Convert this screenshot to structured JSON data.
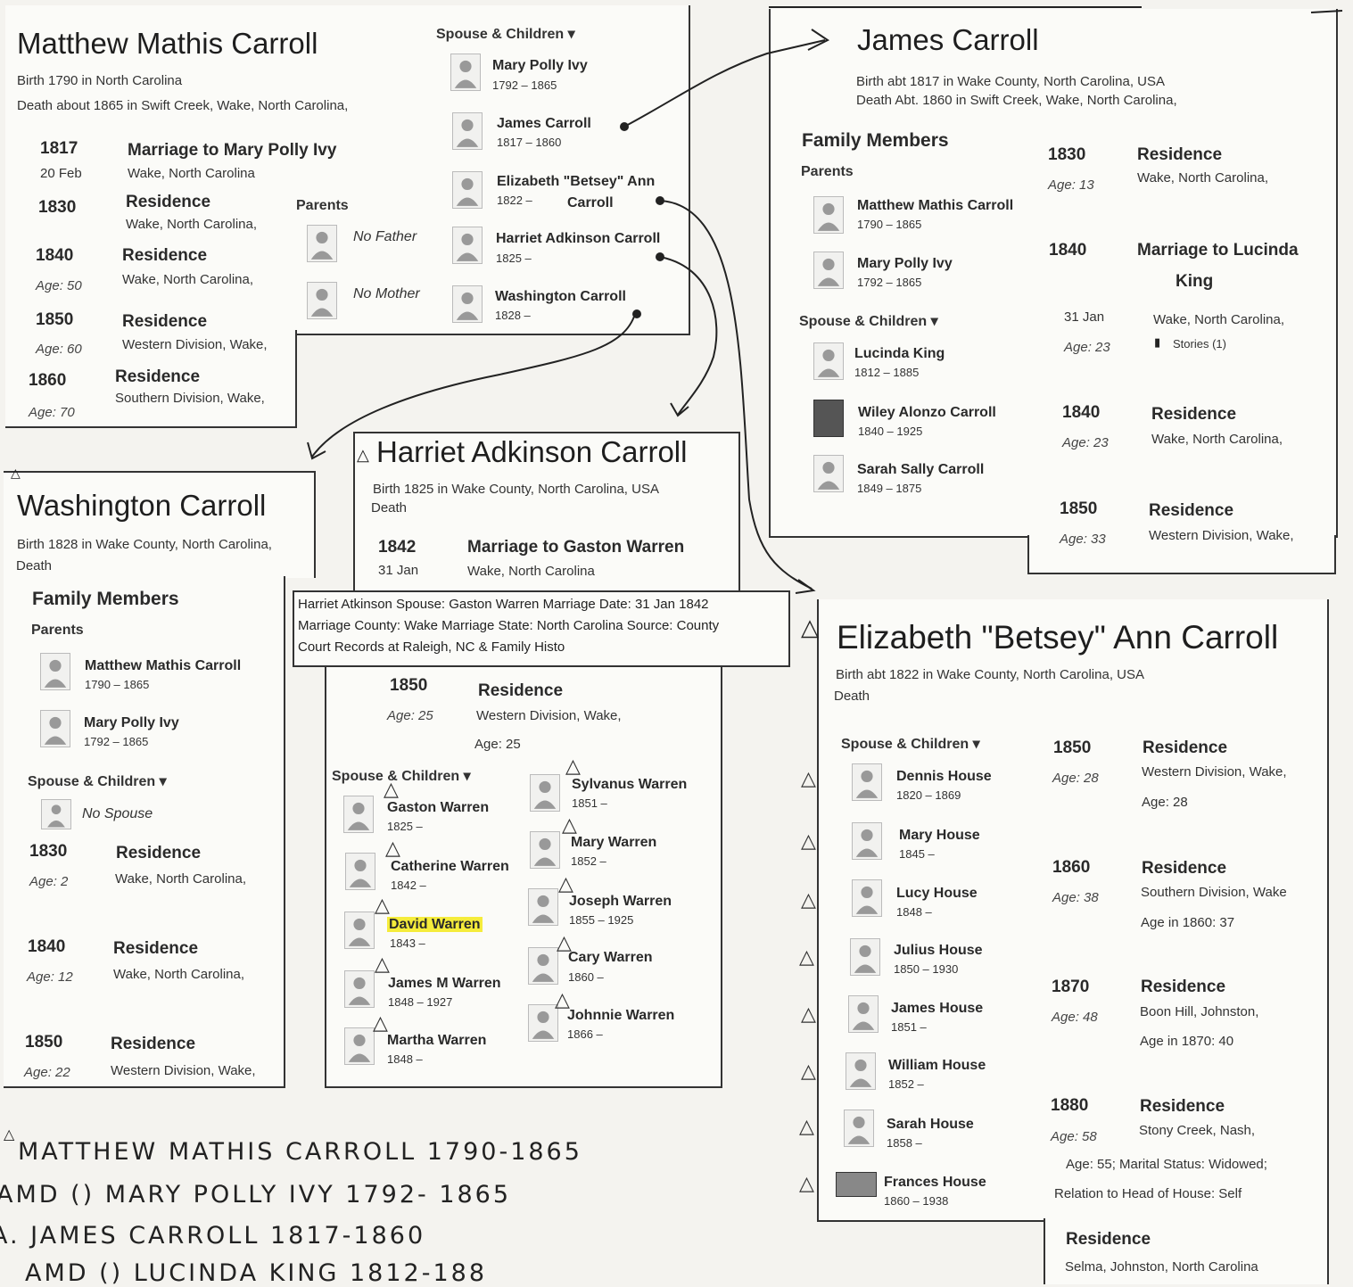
{
  "matthew": {
    "name": "Matthew Mathis Carroll",
    "birth": "Birth 1790 in North Carolina",
    "death": "Death about 1865 in Swift Creek, Wake, North Carolina,",
    "events": [
      {
        "year": "1817",
        "sub": "20 Feb",
        "title": "Marriage to Mary Polly Ivy",
        "place": "Wake, North Carolina"
      },
      {
        "year": "1830",
        "sub": "",
        "title": "Residence",
        "place": "Wake, North Carolina,"
      },
      {
        "year": "1840",
        "sub": "Age: 50",
        "title": "Residence",
        "place": "Wake, North Carolina,"
      },
      {
        "year": "1850",
        "sub": "Age: 60",
        "title": "Residence",
        "place": "Western Division, Wake,"
      },
      {
        "year": "1860",
        "sub": "Age: 70",
        "title": "Residence",
        "place": "Southern Division, Wake,"
      }
    ],
    "parents_label": "Parents",
    "no_father": "No Father",
    "no_mother": "No Mother",
    "spouse_label": "Spouse & Children ▾",
    "family": [
      {
        "name": "Mary Polly Ivy",
        "dates": "1792 – 1865"
      },
      {
        "name": "James Carroll",
        "dates": "1817 – 1860"
      },
      {
        "name": "Elizabeth \"Betsey\" Ann",
        "name2": "Carroll",
        "dates": "1822 –"
      },
      {
        "name": "Harriet Adkinson Carroll",
        "dates": "1825 –"
      },
      {
        "name": "Washington Carroll",
        "dates": "1828 –"
      }
    ]
  },
  "james": {
    "name": "James Carroll",
    "birth": "Birth abt 1817 in Wake County, North Carolina, USA",
    "death": "Death Abt. 1860 in Swift Creek, Wake, North Carolina,",
    "family_title": "Family Members",
    "parents_label": "Parents",
    "parents": [
      {
        "name": "Matthew Mathis Carroll",
        "dates": "1790 – 1865"
      },
      {
        "name": "Mary Polly Ivy",
        "dates": "1792 – 1865"
      }
    ],
    "spouse_label": "Spouse & Children ▾",
    "family": [
      {
        "name": "Lucinda King",
        "dates": "1812 – 1885"
      },
      {
        "name": "Wiley Alonzo Carroll",
        "dates": "1840 – 1925"
      },
      {
        "name": "Sarah Sally Carroll",
        "dates": "1849 – 1875"
      }
    ],
    "events": [
      {
        "year": "1830",
        "sub": "Age: 13",
        "title": "Residence",
        "place": "Wake, North Carolina,"
      },
      {
        "year": "1840",
        "sub": "",
        "title": "Marriage to Lucinda",
        "title2": "King",
        "date": "31 Jan",
        "age": "Age: 23",
        "place": "Wake, North Carolina,",
        "stories": "Stories (1)"
      },
      {
        "year": "1840",
        "sub": "Age: 23",
        "title": "Residence",
        "place": "Wake, North Carolina,"
      },
      {
        "year": "1850",
        "sub": "Age: 33",
        "title": "Residence",
        "place": "Western Division, Wake,"
      }
    ]
  },
  "washington": {
    "name": "Washington Carroll",
    "birth": "Birth 1828 in Wake County, North Carolina,",
    "death": "Death",
    "family_title": "Family Members",
    "parents_label": "Parents",
    "parents": [
      {
        "name": "Matthew Mathis Carroll",
        "dates": "1790 – 1865"
      },
      {
        "name": "Mary Polly Ivy",
        "dates": "1792 – 1865"
      }
    ],
    "spouse_label": "Spouse & Children ▾",
    "no_spouse": "No Spouse",
    "events": [
      {
        "year": "1830",
        "sub": "Age: 2",
        "title": "Residence",
        "place": "Wake, North Carolina,"
      },
      {
        "year": "1840",
        "sub": "Age: 12",
        "title": "Residence",
        "place": "Wake, North Carolina,"
      },
      {
        "year": "1850",
        "sub": "Age: 22",
        "title": "Residence",
        "place": "Western Division, Wake,"
      }
    ]
  },
  "harriet": {
    "name": "Harriet Adkinson Carroll",
    "birth": "Birth 1825 in Wake County, North Carolina, USA",
    "death": "Death",
    "marriage": {
      "year": "1842",
      "date": "31 Jan",
      "title": "Marriage to Gaston Warren",
      "place": "Wake, North Carolina"
    },
    "note": [
      "Harriet Atkinson Spouse: Gaston Warren Marriage Date: 31 Jan 1842",
      "Marriage County: Wake Marriage State: North Carolina Source: County",
      "Court Records at Raleigh, NC & Family Histo"
    ],
    "residence": {
      "year": "1850",
      "sub": "Age: 25",
      "title": "Residence",
      "place": "Western Division, Wake,",
      "extra": "Age: 25"
    },
    "spouse_label": "Spouse & Children ▾",
    "left": [
      {
        "name": "Gaston Warren",
        "dates": "1825 –"
      },
      {
        "name": "Catherine Warren",
        "dates": "1842 –"
      },
      {
        "name": "David Warren",
        "dates": "1843 –"
      },
      {
        "name": "James M Warren",
        "dates": "1848 – 1927"
      },
      {
        "name": "Martha Warren",
        "dates": "1848 –"
      }
    ],
    "right": [
      {
        "name": "Sylvanus Warren",
        "dates": "1851 –"
      },
      {
        "name": "Mary Warren",
        "dates": "1852 –"
      },
      {
        "name": "Joseph Warren",
        "dates": "1855 – 1925"
      },
      {
        "name": "Cary Warren",
        "dates": "1860 –"
      },
      {
        "name": "Johnnie Warren",
        "dates": "1866 –"
      }
    ]
  },
  "elizabeth": {
    "name": "Elizabeth \"Betsey\" Ann Carroll",
    "birth": "Birth abt 1822 in Wake County, North Carolina, USA",
    "death": "Death",
    "spouse_label": "Spouse & Children ▾",
    "family": [
      {
        "name": "Dennis House",
        "dates": "1820 – 1869"
      },
      {
        "name": "Mary House",
        "dates": "1845 –"
      },
      {
        "name": "Lucy House",
        "dates": "1848 –"
      },
      {
        "name": "Julius House",
        "dates": "1850 – 1930"
      },
      {
        "name": "James House",
        "dates": "1851 –"
      },
      {
        "name": "William House",
        "dates": "1852 –"
      },
      {
        "name": "Sarah House",
        "dates": "1858 –"
      },
      {
        "name": "Frances House",
        "dates": "1860 – 1938"
      }
    ],
    "events": [
      {
        "year": "1850",
        "sub": "Age: 28",
        "title": "Residence",
        "place": "Western Division, Wake,",
        "extra": "Age: 28"
      },
      {
        "year": "1860",
        "sub": "Age: 38",
        "title": "Residence",
        "place": "Southern Division, Wake",
        "extra": "Age in 1860: 37"
      },
      {
        "year": "1870",
        "sub": "Age: 48",
        "title": "Residence",
        "place": "Boon Hill, Johnston,",
        "extra": "Age in 1870: 40"
      },
      {
        "year": "1880",
        "sub": "Age: 58",
        "title": "Residence",
        "place": "Stony Creek, Nash,",
        "extra": "Age: 55; Marital Status: Widowed;",
        "extra2": "Relation to Head of House: Self"
      }
    ],
    "last": {
      "title": "Residence",
      "place": "Selma, Johnston, North Carolina"
    }
  },
  "handwritten": [
    "MATTHEW MATHIS CARROLL 1790-1865",
    "AMD () MARY POLLY IVY 1792- 1865",
    "A. JAMES CARROLL 1817-1860",
    "AMD () LUCINDA KING 1812-188"
  ]
}
